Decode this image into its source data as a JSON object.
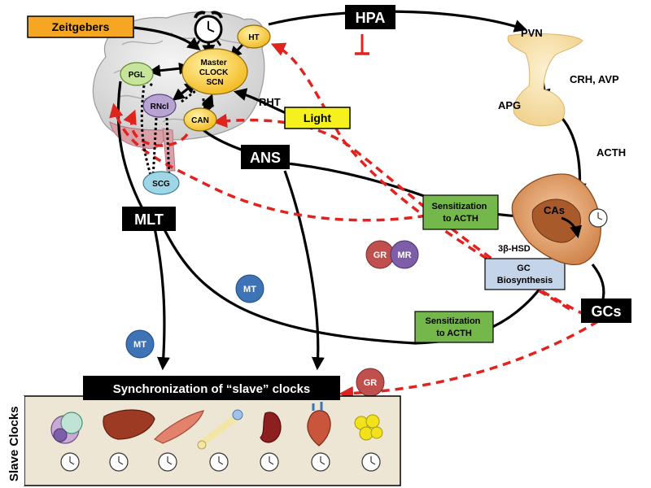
{
  "labels": {
    "zeitgebers": "Zeitgebers",
    "hpa": "HPA",
    "pvn": "PVN",
    "crh_avp": "CRH, AVP",
    "apg": "APG",
    "acth": "ACTH",
    "ht": "HT",
    "master_clock": [
      "Master",
      "CLOCK",
      "SCN"
    ],
    "pgl": "PGL",
    "rncl": "RNcl",
    "can": "CAN",
    "rht": "RHT",
    "light": "Light",
    "ans": "ANS",
    "scg": "SCG",
    "mlt": "MLT",
    "sensitization_top": [
      "Sensitization",
      "to ACTH"
    ],
    "cas": "CAs",
    "three_beta_hsd": "3β-HSD",
    "gc_biosynthesis": [
      "GC",
      "Biosynthesis"
    ],
    "gr": "GR",
    "mr": "MR",
    "mt": "MT",
    "gcs": "GCs",
    "sensitization_bottom": [
      "Sensitization",
      "to ACTH"
    ],
    "synchronization": "Synchronization of “slave” clocks",
    "slave_clocks": "Slave Clocks"
  },
  "colors": {
    "zeitgebers_fill": "#f5a623",
    "light_fill": "#f4f11c",
    "sensitization_fill": "#74b74a",
    "gc_fill": "#c5d5e9",
    "yellow_node": "#f7ce3a",
    "pgl_fill": "#c6e59a",
    "rncl_fill": "#b9a3d3",
    "scg_fill": "#9fd6e6",
    "gr_fill": "#c0504d",
    "mr_fill": "#7e5ea8",
    "mt_fill": "#3e74b5",
    "red_dash": "#e0231f",
    "panel_fill": "#ede6d5"
  },
  "slave_clock_organs": [
    "cells-icon",
    "liver-icon",
    "muscle-icon",
    "bone-icon",
    "kidney-icon",
    "heart-icon",
    "fat-icon"
  ]
}
